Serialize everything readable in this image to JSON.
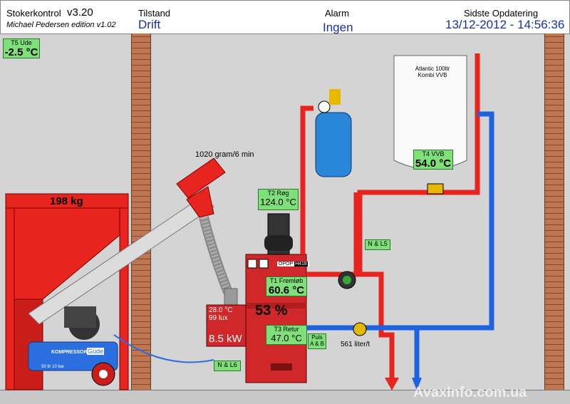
{
  "header": {
    "app_name": "Stokerkontrol",
    "version": "v3.20",
    "edition": "Michael Pedersen edition v1.02",
    "status_label": "Tilstand",
    "status_value": "Drift",
    "alarm_label": "Alarm",
    "alarm_value": "Ingen",
    "update_label": "Sidste Opdatering",
    "update_value": "13/12-2012 - 14:56:36"
  },
  "sensors": {
    "t5": {
      "name": "T5 Ude",
      "value": "-2.5 °C"
    },
    "t2": {
      "name": "T2 Røg",
      "value": "124.0 °C"
    },
    "t4": {
      "name": "T4 VVB",
      "value": "54.0 °C"
    },
    "t1": {
      "name": "T1 Fremløb",
      "value": "60.6 °C"
    },
    "t3": {
      "name": "T3 Retur",
      "value": "47.0 °C"
    }
  },
  "hopper": {
    "weight": "198 kg"
  },
  "feeder": {
    "rate": "1020 gram/6 min"
  },
  "tank": {
    "label_line1": "Atlantic 100ltr",
    "label_line2": "Kombi VVB"
  },
  "boiler": {
    "brand": "OPOP",
    "model": "H418",
    "power_percent": "53 %",
    "room_temp": "28.0 °C",
    "lux": "99 lux",
    "kw": "8.5 kW"
  },
  "flow": {
    "puls_line1": "Puls",
    "puls_line2": "A & B",
    "rate": "561 liter/t"
  },
  "tags": {
    "n_l5": "N & L5",
    "n_l6": "N & L6"
  },
  "compressor": {
    "brand": "KOMPRESSOR",
    "maker": "Güde",
    "spec": "50 ltr 10 bar"
  },
  "watermark": "AvaxInfo.com.ua",
  "colors": {
    "hot_pipe": "#e8241f",
    "cold_pipe": "#1e62e0",
    "label_bg": "#7fe07a",
    "boiler": "#d0282a"
  }
}
